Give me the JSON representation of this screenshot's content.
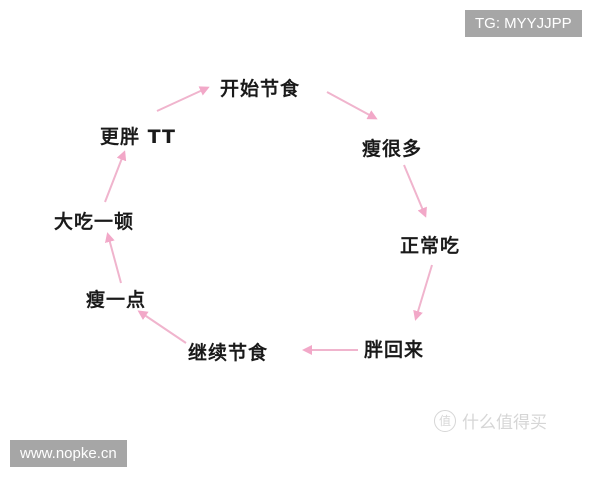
{
  "diagram": {
    "type": "cycle",
    "arrow_color": "#f2a8c8",
    "nodes": [
      {
        "id": "start_diet",
        "label": "开始节食"
      },
      {
        "id": "lose_a_lot",
        "label": "瘦很多"
      },
      {
        "id": "eat_normally",
        "label": "正常吃"
      },
      {
        "id": "gain_back",
        "label": "胖回来"
      },
      {
        "id": "continue_diet",
        "label": "继续节食"
      },
      {
        "id": "lose_a_bit",
        "label": "瘦一点"
      },
      {
        "id": "binge",
        "label": "大吃一顿"
      },
      {
        "id": "fatter",
        "label": "更胖 TT"
      }
    ],
    "edges": [
      [
        "start_diet",
        "lose_a_lot"
      ],
      [
        "lose_a_lot",
        "eat_normally"
      ],
      [
        "eat_normally",
        "gain_back"
      ],
      [
        "gain_back",
        "continue_diet"
      ],
      [
        "continue_diet",
        "lose_a_bit"
      ],
      [
        "lose_a_bit",
        "binge"
      ],
      [
        "binge",
        "fatter"
      ],
      [
        "fatter",
        "start_diet"
      ]
    ]
  },
  "watermarks": {
    "top_right": "TG: MYYJJPP",
    "bottom_left": "www.nopke.cn",
    "logo_glyph": "值",
    "logo_text": "什么值得买"
  }
}
